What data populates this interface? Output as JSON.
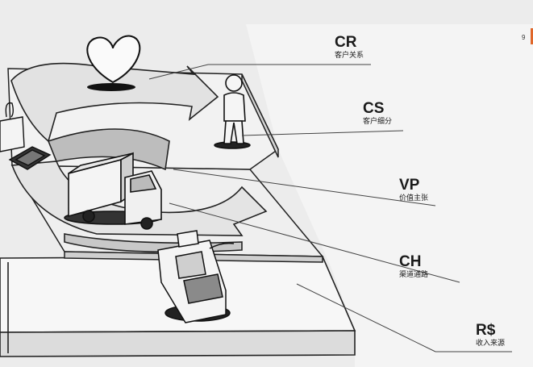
{
  "page_number": "9",
  "accent_color": "#e0672a",
  "labels": {
    "cr": {
      "abbr": "CR",
      "text": "客户关系"
    },
    "cs": {
      "abbr": "CS",
      "text": "客户细分"
    },
    "vp": {
      "abbr": "VP",
      "text": "价值主张"
    },
    "ch": {
      "abbr": "CH",
      "text": "渠道通路"
    },
    "rs": {
      "abbr": "R$",
      "text": "收入来源"
    }
  },
  "icons": [
    "heart-icon",
    "person-icon",
    "delivery-truck-icon",
    "cash-register-icon",
    "gift-box-icon",
    "laptop-icon"
  ]
}
